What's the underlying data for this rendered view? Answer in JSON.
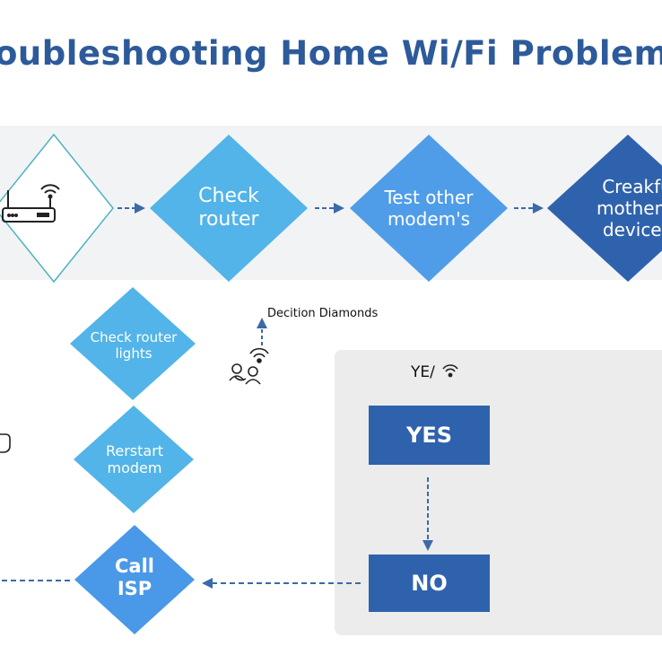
{
  "title": "oubleshooting Home Wi/Fi Problem",
  "top_row": [
    {
      "icon": "router-wifi-icon",
      "label": ""
    },
    {
      "label": "Check\nrouter",
      "color": "#52b4e8"
    },
    {
      "label": "Test other\nmodem's",
      "color": "#4f9de8"
    },
    {
      "label": "Creakfu\nmotheng\ndevices",
      "color": "#2f62ad"
    }
  ],
  "left_column": [
    {
      "label": "Check router\nlights",
      "color": "#52b4e8"
    },
    {
      "label": "Rerstart\nmodem",
      "color": "#52b4e8"
    },
    {
      "label": "Call\nISP",
      "color": "#4a98e8"
    }
  ],
  "annotation": "Decition Diamonds",
  "panel": {
    "label": "YE/",
    "label_icon": "wifi-icon",
    "yes": "YES",
    "no": "NO"
  },
  "colors": {
    "title": "#2d5a9a",
    "arrow": "#3a6aa8",
    "dark_blue": "#2f62ad",
    "panel": "#ececec",
    "band": "#f2f3f5"
  }
}
